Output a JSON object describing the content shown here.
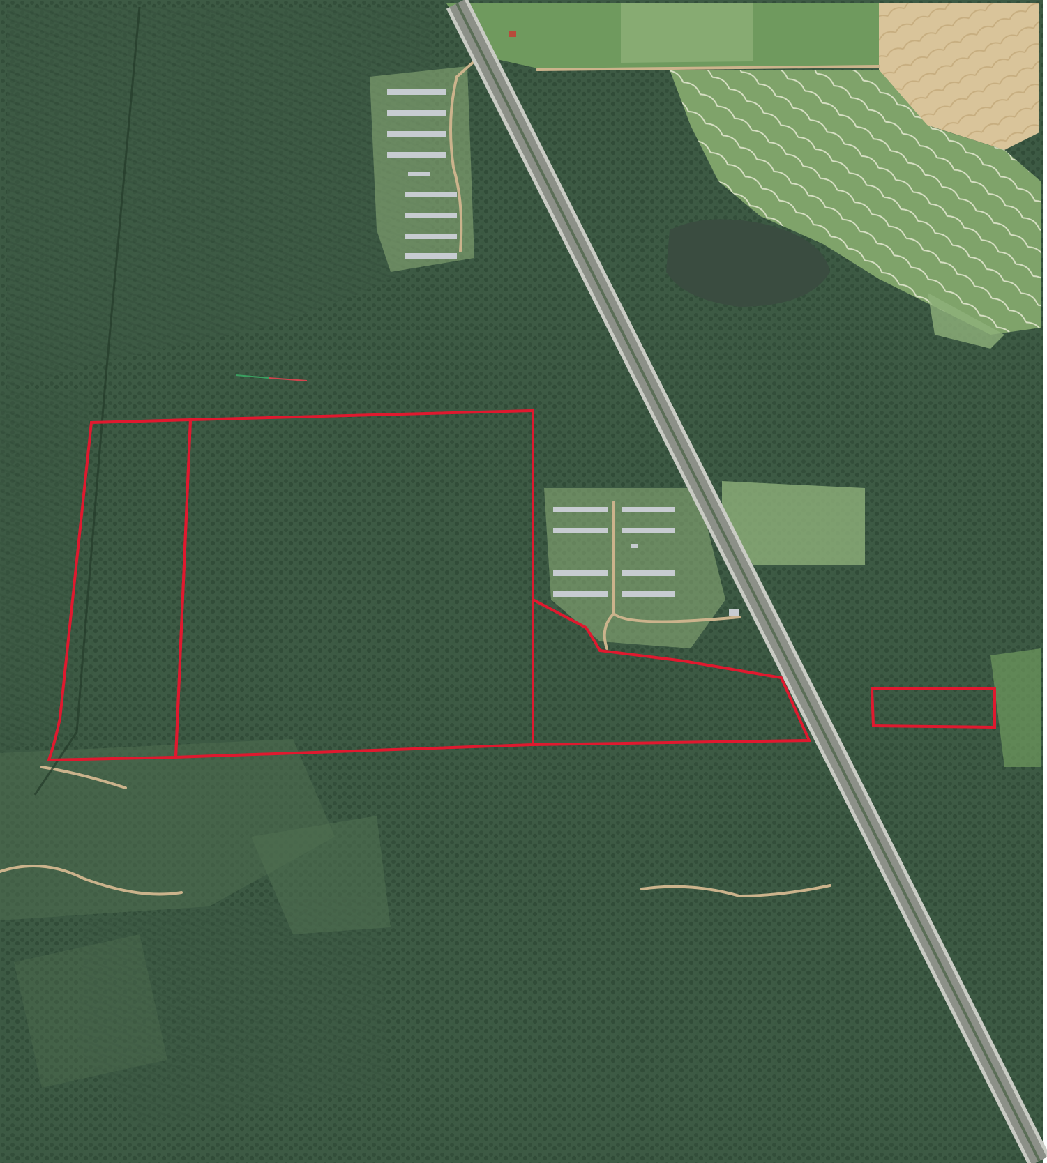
{
  "map": {
    "imagery": "aerial-photograph",
    "colors": {
      "forest_dark": "#2f4a37",
      "forest_mid": "#3d5a44",
      "forest_light": "#4f6e50",
      "field_green": "#6f9a5e",
      "field_pale": "#8fb07a",
      "field_tan": "#d9c49a",
      "pond": "#3a4c40",
      "highway": "#8c9088",
      "highway_edge": "#c9cbc4",
      "building_roof": "#c7ccd1",
      "dirt_road": "#cbb38c",
      "parcel_outline": "#e0192f",
      "page_background": "#ffffff"
    },
    "features": [
      "forest",
      "highway",
      "poultry-houses",
      "agricultural-fields",
      "pond",
      "dirt-roads"
    ],
    "parcels": [
      {
        "id": "parcel-west-strip"
      },
      {
        "id": "parcel-main-tract"
      },
      {
        "id": "parcel-southeast-tract"
      },
      {
        "id": "parcel-small-east-lot"
      }
    ]
  }
}
